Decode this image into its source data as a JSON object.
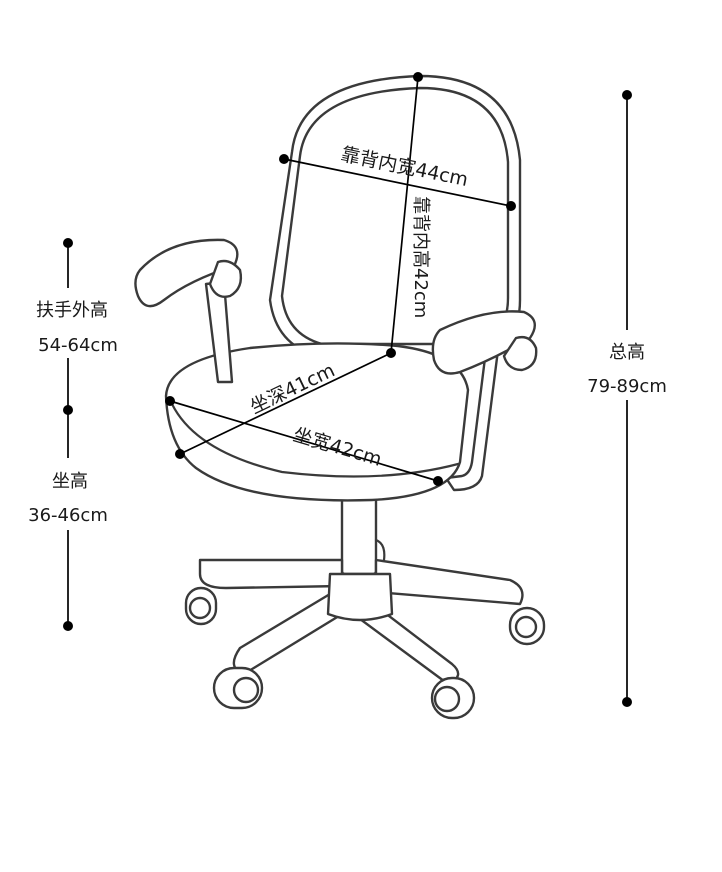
{
  "labels": {
    "back_width": "靠背内宽44cm",
    "back_height": "靠背内高42cm",
    "seat_depth": "坐深41cm",
    "seat_width": "坐宽42cm",
    "armrest_title": "扶手外高",
    "armrest_value": "54-64cm",
    "seat_height_title": "坐高",
    "seat_height_value": "36-46cm",
    "total_height_title": "总高",
    "total_height_value": "79-89cm"
  },
  "colors": {
    "line": "#3a3a3a",
    "dimension": "#000000",
    "background": "#ffffff"
  }
}
